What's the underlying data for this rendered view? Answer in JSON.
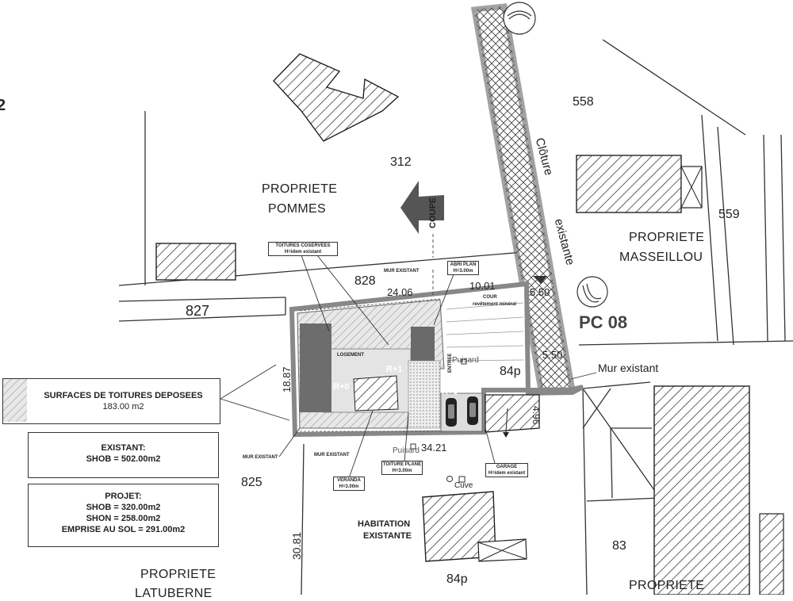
{
  "plan": {
    "side_mark": "2",
    "pc": "PC 08",
    "owners": {
      "pommes": [
        "PROPRIETE",
        "POMMES"
      ],
      "masseillou": [
        "PROPRIETE",
        "MASSEILLOU"
      ],
      "bottom_left": [
        "PROPRIETE",
        "LATUBERNE"
      ],
      "bottom_right": [
        "PROPRIETE"
      ]
    },
    "parcels": {
      "p312": "312",
      "p558": "558",
      "p559": "559",
      "p828": "828",
      "p827": "827",
      "p825": "825",
      "p83": "83",
      "p84_mid": "84p",
      "p84_bottom": "84p"
    },
    "dimensions": {
      "d24": "24.06",
      "d10": "10.01",
      "d5a": "5.50",
      "d5b": "5.50",
      "d18": "18.87",
      "d4": "4.96",
      "d34": "34.21",
      "d30": "30.81"
    },
    "cloture": [
      "Clôture",
      "existante"
    ],
    "coupe": "COUPE",
    "mur_existant_right": "Mur existant",
    "small_labels": {
      "mur_existant_top": "MUR EXISTANT",
      "mur_existant_left": "MUR EXISTANT",
      "mur_existant_bottom": "MUR EXISTANT",
      "cour": "COUR",
      "cour_sub": "revêtement minéral",
      "puisard_a": "Puisard",
      "puisard_b": "Puisard",
      "cuve": "Cuve",
      "r0_a": "R+0",
      "r0_b": "R+0",
      "r1": "R+1",
      "logement": "LOGEMENT",
      "entree": "ENTREE"
    },
    "notes": {
      "toitures": [
        "TOITURES COSERVEES",
        "H=idem existant"
      ],
      "abri": [
        "ABRI PLAN",
        "H=3.00m"
      ],
      "toiture_plane": [
        "TOITURE PLANE",
        "H=3.00m"
      ],
      "veranda": [
        "VERANDA",
        "H=3.00m"
      ],
      "garage": [
        "GARAGE",
        "H=idem existant"
      ]
    },
    "habitation": [
      "HABITATION",
      "EXISTANTE"
    ],
    "legend": {
      "surfaces": [
        "SURFACES DE TOITURES DEPOSEES",
        "183.00 m2"
      ],
      "existant": [
        "EXISTANT:",
        "SHOB = 502.00m2"
      ],
      "projet": [
        "PROJET:",
        "SHOB = 320.00m2",
        "SHON = 258.00m2",
        "EMPRISE AU SOL = 291.00m2"
      ]
    }
  }
}
